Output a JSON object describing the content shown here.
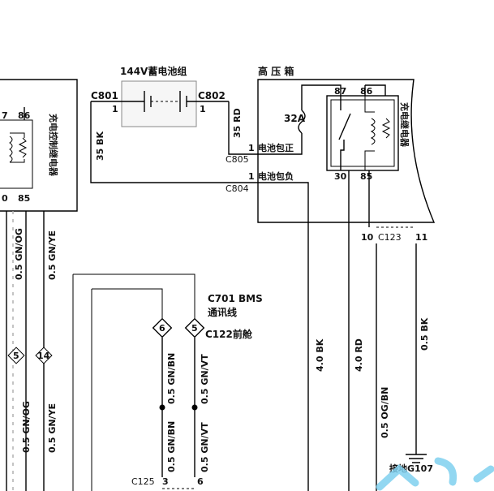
{
  "battery": {
    "title": "144V蓄电池组",
    "conn_left": "C801",
    "conn_right": "C802",
    "pin_left": "1",
    "pin_right": "1"
  },
  "hv_box": {
    "title": "高 压 箱"
  },
  "wires": {
    "bk35": "35 BK",
    "rd35": "35 RD",
    "gnog": "0.5 GN/OG",
    "gnye": "0.5 GN/YE",
    "gnbn": "0.5 GN/BN",
    "gnvt": "0.5 GN/VT",
    "bk4": "4.0 BK",
    "rd4": "4.0 RD",
    "ogbn": "0.5 OG/BN",
    "bk05": "0.5 BK"
  },
  "connectors": {
    "c805": "C805",
    "c804": "C804",
    "c123": "C123",
    "c123_pin_l": "10",
    "c123_pin_r": "11",
    "c125": "C125",
    "c125_pin_l": "3",
    "c125_pin_r": "6",
    "c805_pin": "1",
    "c804_pin": "1"
  },
  "labels": {
    "pos": "电池包正",
    "neg": "电池包负",
    "fuse": "32A",
    "relay_right": "充电继电器",
    "relay_left": "充电控制继电器",
    "bms_line1": "C701 BMS",
    "bms_line2": "通讯线",
    "c122": "C122前舱",
    "ground": "接地G107"
  },
  "pins": {
    "r87": "87",
    "r86": "86",
    "r30": "30",
    "r85": "85",
    "l87": "7",
    "l86": "86",
    "l30": "0",
    "l85": "85",
    "d6": "6",
    "d5": "5",
    "d5b": "5",
    "d14": "14"
  }
}
